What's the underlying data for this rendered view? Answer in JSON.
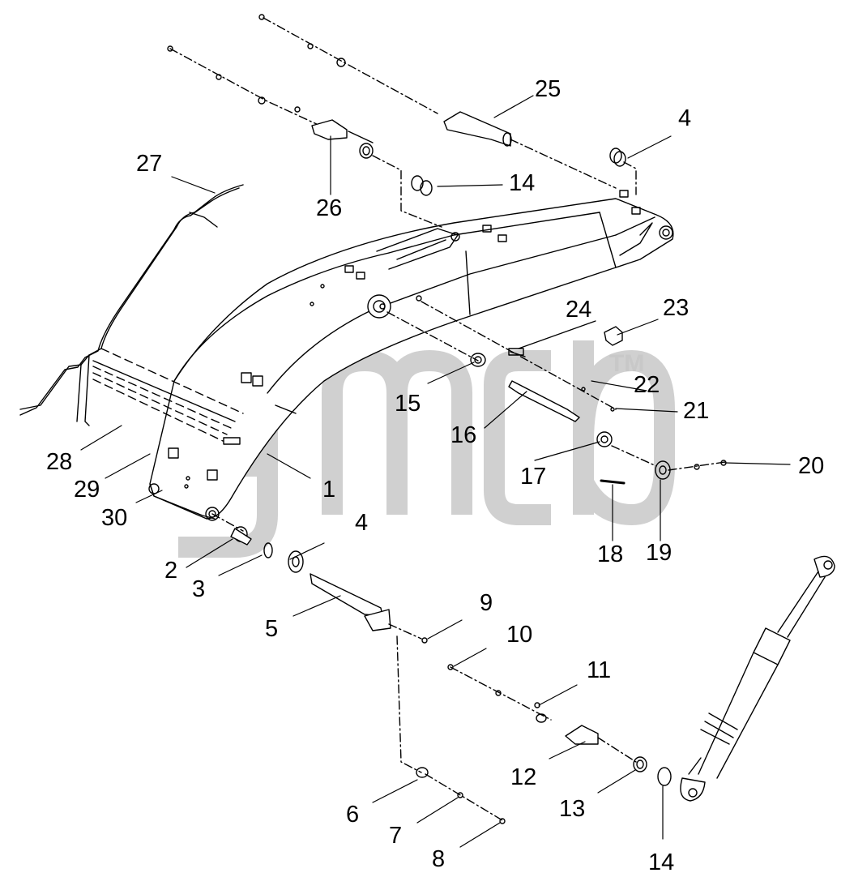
{
  "diagram": {
    "watermark": {
      "text": "gmcb",
      "trademark": "TM",
      "color": "#c8c8c8"
    },
    "line_color": "#000000",
    "callouts": {
      "c1": "1",
      "c2": "2",
      "c3": "3",
      "c4a": "4",
      "c4b": "4",
      "c5": "5",
      "c6": "6",
      "c7": "7",
      "c8": "8",
      "c9": "9",
      "c10": "10",
      "c11": "11",
      "c12": "12",
      "c13": "13",
      "c14a": "14",
      "c14b": "14",
      "c15": "15",
      "c16": "16",
      "c17": "17",
      "c18": "18",
      "c19": "19",
      "c20": "20",
      "c21": "21",
      "c22": "22",
      "c23": "23",
      "c24": "24",
      "c25": "25",
      "c26": "26",
      "c27": "27",
      "c28": "28",
      "c29": "29",
      "c30": "30"
    }
  }
}
